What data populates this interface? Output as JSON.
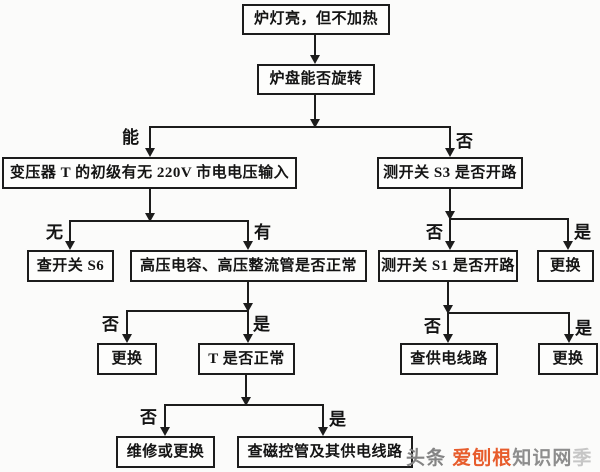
{
  "flowchart": {
    "nodes": {
      "start": "炉灯亮，但不加热",
      "rotate": "炉盘能否旋转",
      "transformer": "变压器 T 的初级有无 220V 市电电压输入",
      "s3": "测开关 S3 是否开路",
      "s6": "查开关 S6",
      "hv": "高压电容、高压整流管是否正常",
      "s1": "测开关 S1 是否开路",
      "replace_s3": "更换",
      "replace_hv": "更换",
      "t_ok": "T 是否正常",
      "supply": "查供电线路",
      "replace_s1": "更换",
      "repair": "维修或更换",
      "magnetron": "查磁控管及其供电线路"
    },
    "edges": {
      "rotate_can": "能",
      "rotate_no": "否",
      "transformer_none": "无",
      "transformer_have": "有",
      "s3_no": "否",
      "s3_yes": "是",
      "hv_no": "否",
      "hv_yes": "是",
      "s1_no": "否",
      "s1_yes": "是",
      "t_no": "否",
      "t_yes": "是"
    },
    "colors": {
      "line": "#1c1c1c",
      "background": "#fbfbfa",
      "watermark_accent": "#e75c2c"
    }
  },
  "watermark": {
    "source": "头条",
    "brand": "爱刨根",
    "site": "知识网",
    "tail": "季"
  }
}
